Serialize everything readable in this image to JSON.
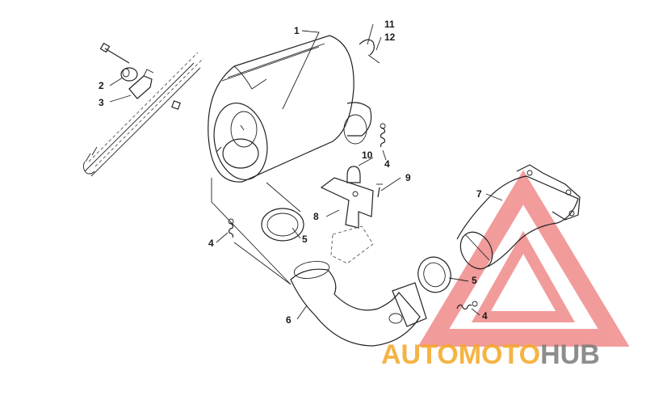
{
  "callouts": {
    "c1": "1",
    "c2": "2",
    "c3": "3",
    "c4a": "4",
    "c4b": "4",
    "c4c": "4",
    "c5a": "5",
    "c5b": "5",
    "c6": "6",
    "c7": "7",
    "c8": "8",
    "c9": "9",
    "c10": "10",
    "c11": "11",
    "c12": "12"
  },
  "watermark": {
    "part1": "AUTO",
    "part2": "MOTO",
    "part3": "HUB",
    "color_orange": "#f5a623",
    "color_gray": "#7a7a7a",
    "color_red": "#e84a4a"
  }
}
